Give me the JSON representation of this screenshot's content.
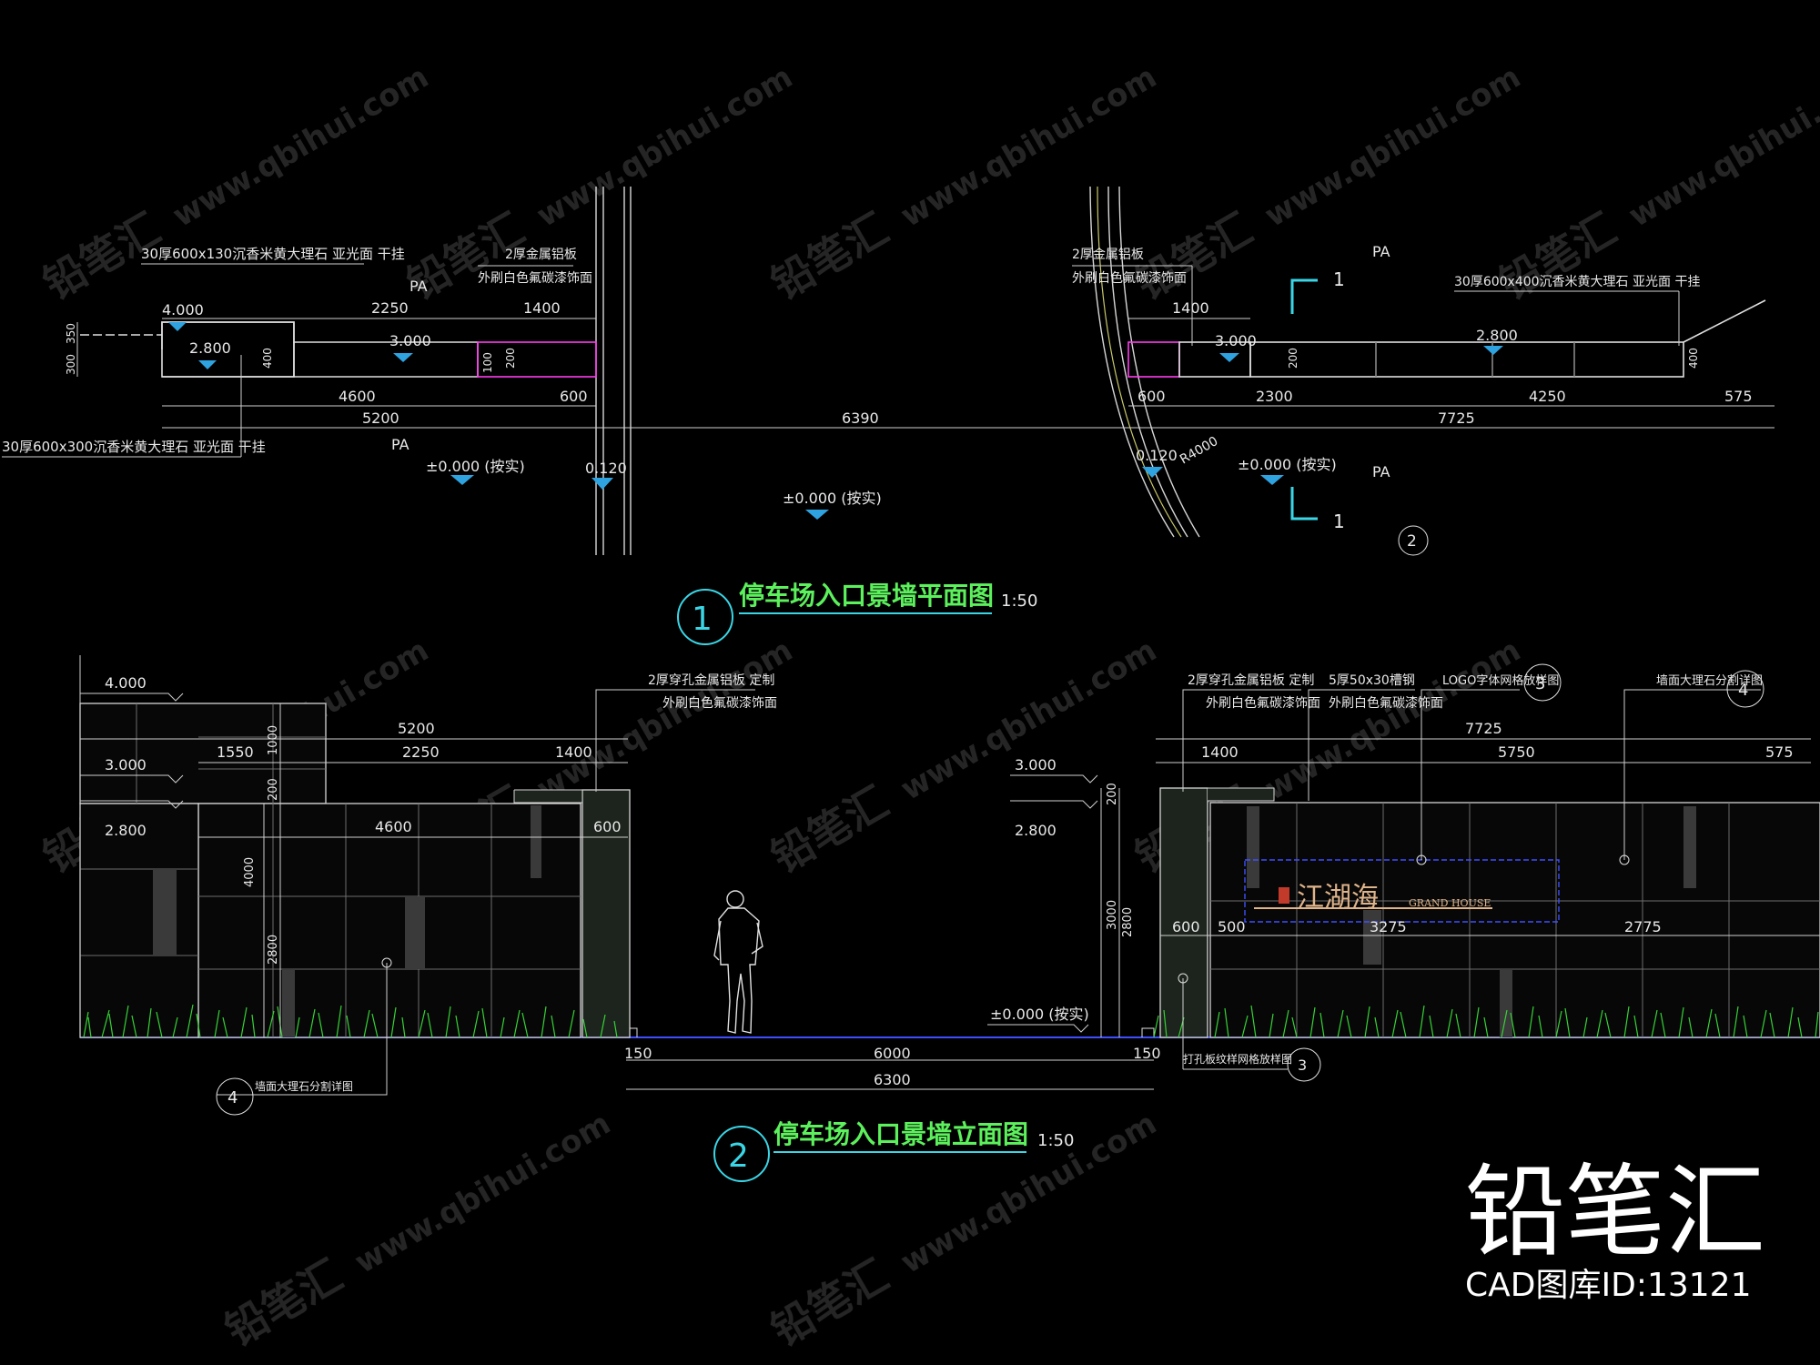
{
  "watermark": {
    "brand": "铅笔汇",
    "site": "www.qbihui.com"
  },
  "plan": {
    "title": "停车场入口景墙平面图",
    "scale": "1:50",
    "index": "1",
    "left_note_top": "30厚600x130沉香米黄大理石 亚光面 干挂",
    "left_note_mid_1": "2厚金属铝板",
    "left_note_mid_2": "外刷白色氟碳漆饰面",
    "left_note_bottom": "30厚600x300沉香米黄大理石 亚光面 干挂",
    "right_note_1": "2厚金属铝板",
    "right_note_2": "外刷白色氟碳漆饰面",
    "right_note_stone": "30厚600x400沉香米黄大理石 亚光面 干挂",
    "pa": "PA",
    "elev_4000": "4.000",
    "elev_2800": "2.800",
    "elev_3000": "3.000",
    "elev_0": "±0.000 (按实)",
    "elev_0120": "0.120",
    "radius": "R4000",
    "section_mark": "1",
    "detail_ref": "2",
    "dims": {
      "d2250": "2250",
      "d1400": "1400",
      "d4600": "4600",
      "d600": "600",
      "d5200": "5200",
      "d6390": "6390",
      "d2300": "2300",
      "d4250": "4250",
      "d575": "575",
      "d7725": "7725",
      "d300": "300",
      "d350": "350",
      "d400": "400",
      "d100": "100",
      "d200": "200"
    }
  },
  "elevation": {
    "title": "停车场入口景墙立面图",
    "scale": "1:50",
    "index": "2",
    "note_left_1": "2厚穿孔金属铝板 定制",
    "note_left_2": "外刷白色氟碳漆饰面",
    "note_r1_1": "2厚穿孔金属铝板 定制",
    "note_r1_2": "外刷白色氟碳漆饰面",
    "note_r2_1": "5厚50x30槽钢",
    "note_r2_2": "外刷白色氟碳漆饰面",
    "note_logo": "LOGO字体网格放样图",
    "note_stone_r": "墙面大理石分割详图",
    "note_stone_l": "墙面大理石分割详图",
    "note_bottom": "打孔板纹样网格放样图",
    "logo_cn": "江湖海",
    "logo_en": "GRAND HOUSE",
    "ref3": "3",
    "ref4": "4",
    "elev_4000": "4.000",
    "elev_3000": "3.000",
    "elev_2800": "2.800",
    "elev_0": "±0.000 (按实)",
    "dims": {
      "d5200": "5200",
      "d1550": "1550",
      "d2250": "2250",
      "d1400": "1400",
      "d4600": "4600",
      "d600": "600",
      "d150": "150",
      "d6000": "6000",
      "d6300": "6300",
      "d7725": "7725",
      "d5750": "5750",
      "d575": "575",
      "d500": "500",
      "d3275": "3275",
      "d2775": "2775",
      "d1000": "1000",
      "d200": "200",
      "d4000": "4000",
      "d2800": "2800",
      "d3000": "3000"
    }
  },
  "footer": {
    "brand": "铅笔汇",
    "id_text": "CAD图库ID:13121"
  }
}
